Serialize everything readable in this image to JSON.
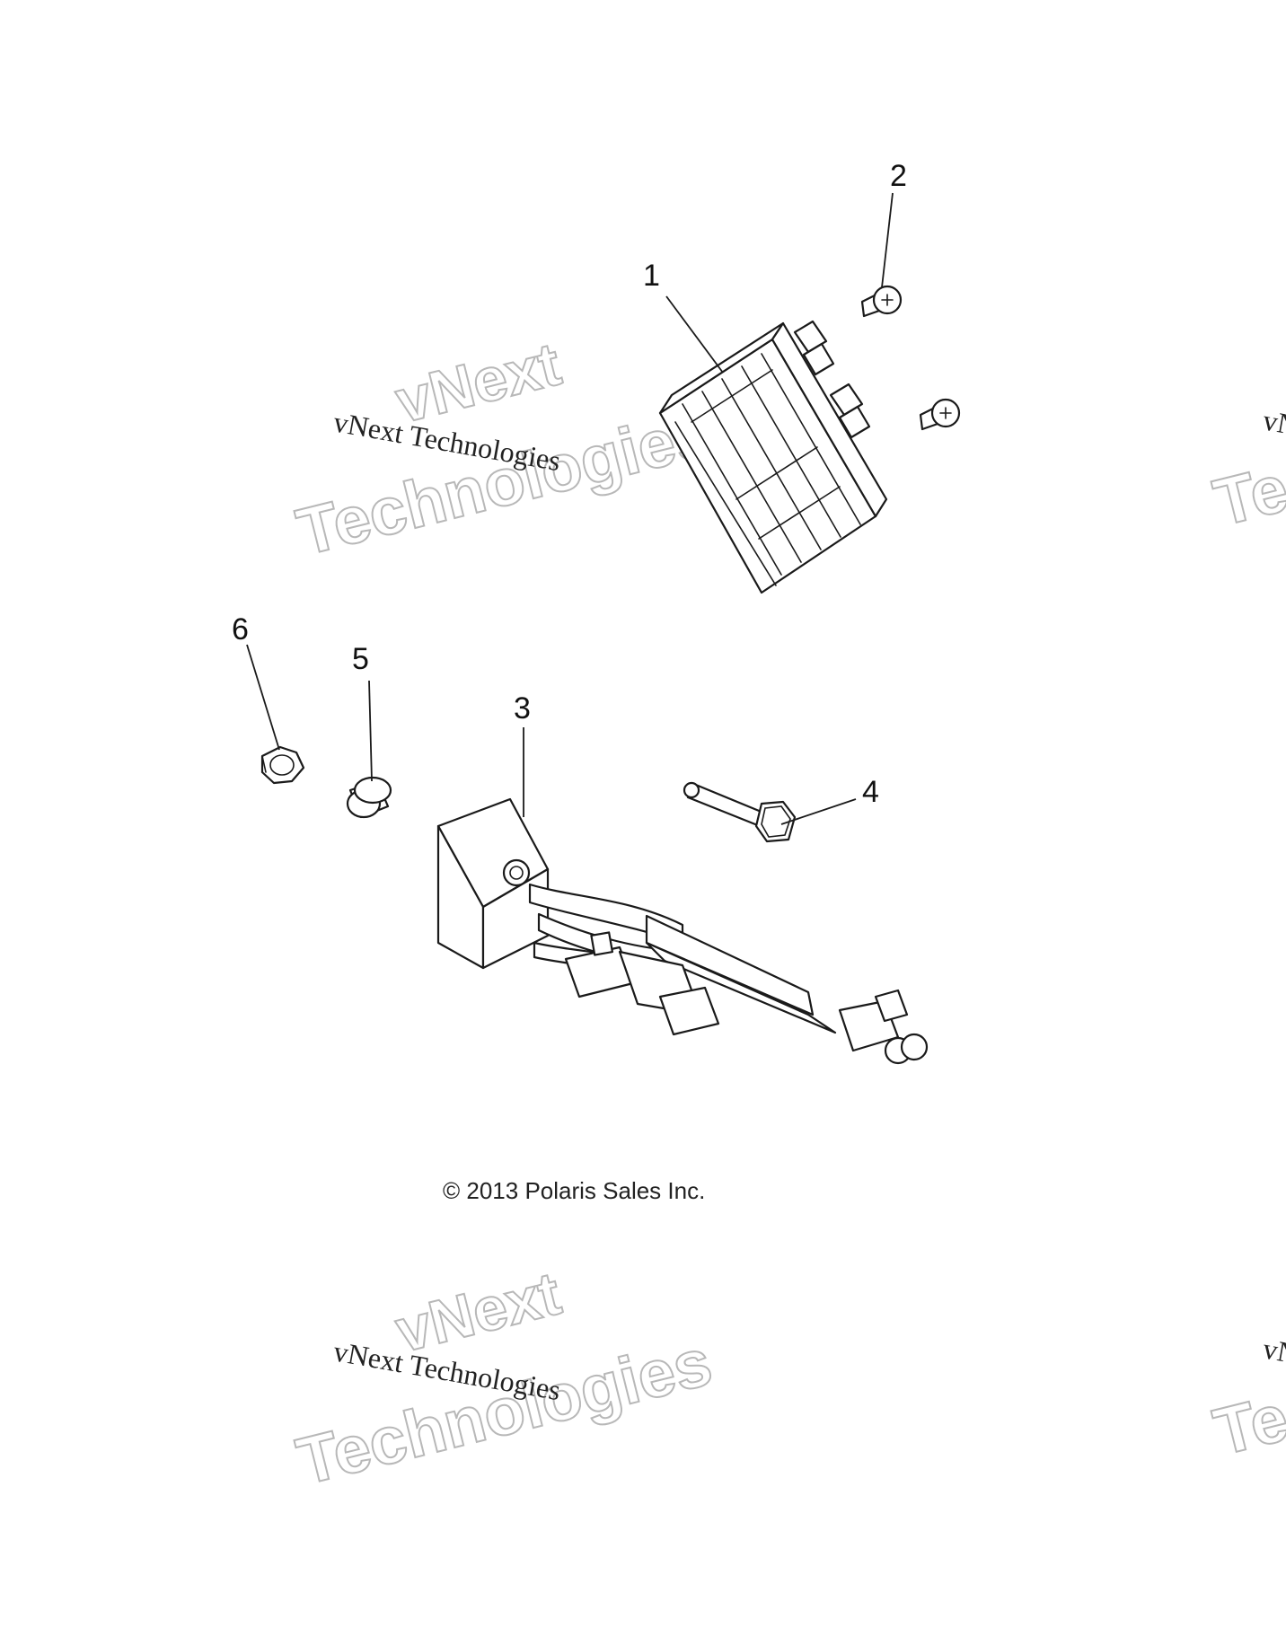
{
  "callouts": [
    "1",
    "2",
    "3",
    "4",
    "5",
    "6"
  ],
  "copyright": "© 2013 Polaris Sales Inc.",
  "watermark": {
    "line1": "vNext Technologies",
    "outline_word1": "vNext",
    "outline_word2": "Technologies"
  },
  "colors": {
    "line": "#1a1a1a",
    "watermark_outline": "#b8b8b8",
    "background": "#ffffff"
  }
}
